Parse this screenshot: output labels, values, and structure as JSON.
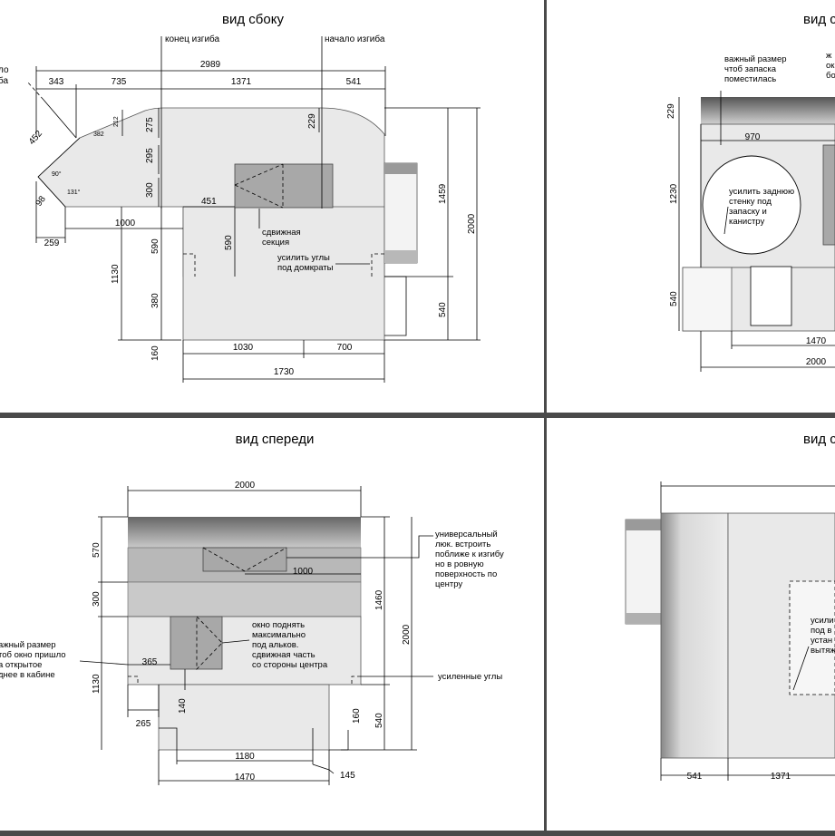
{
  "side": {
    "title": "вид сбоку",
    "bend_end": "конец изгиба",
    "bend_start": "начало изгиба",
    "cut_note": "ло\nба",
    "dims": {
      "total": "2989",
      "d343": "343",
      "d735": "735",
      "d1371": "1371",
      "d541": "541",
      "d212": "212",
      "d382": "382",
      "d275": "275",
      "d229": "229",
      "d295": "295",
      "d300": "300",
      "d451": "451",
      "d1000": "1000",
      "d259": "259",
      "d590a": "590",
      "d590b": "590",
      "d1130": "1130",
      "d380": "380",
      "d160": "160",
      "d1459": "1459",
      "d2000": "2000",
      "d540": "540",
      "d1030": "1030",
      "d700": "700",
      "d1730": "1730",
      "d452": "452",
      "d98": "98",
      "a90": "90°",
      "a131": "131°"
    },
    "notes": {
      "sliding": "сдвижная\nсекция",
      "corners": "усилить углы\nпод домкраты"
    }
  },
  "rear": {
    "title": "вид с",
    "note_spare": "важный размер\nчтоб запаска\nпоместилась",
    "note_clip": "ж\nок\nбо",
    "note_wall": "усилить заднюю\nстенку под\nзапаску и\nканистру",
    "dims": {
      "d229": "229",
      "d970": "970",
      "d1230": "1230",
      "d540": "540",
      "d1470": "1470",
      "d2000": "2000"
    }
  },
  "front": {
    "title": "вид спереди",
    "note_hatch": "универсальный\nлюк. встроить\nпоближе к изгибу\nно в ровную\nповерхность по\nцентру",
    "note_window": "окно поднять\nмаксимально\nпод альков.\nсдвижная часть\nсо стороны центра",
    "note_size": "ажный размер\nтоб окно пришло\nа открытое\nднее в кабине",
    "note_corners": "усиленные углы",
    "dims": {
      "d2000": "2000",
      "d570": "570",
      "d1000": "1000",
      "d300": "300",
      "d1460": "1460",
      "d2000v": "2000",
      "d365": "365",
      "d1130": "1130",
      "d140": "140",
      "d265": "265",
      "d160": "160",
      "d540": "540",
      "d1180": "1180",
      "d1470": "1470",
      "d145": "145"
    }
  },
  "top": {
    "title": "вид с",
    "note_reinforce": "усили\nпод в\nустан\nвытяж",
    "dims": {
      "d541": "541",
      "d1371": "1371"
    }
  },
  "colors": {
    "body": "#e9e9e9",
    "dark": "#a8a8a8",
    "divider": "#4a4a4a"
  }
}
